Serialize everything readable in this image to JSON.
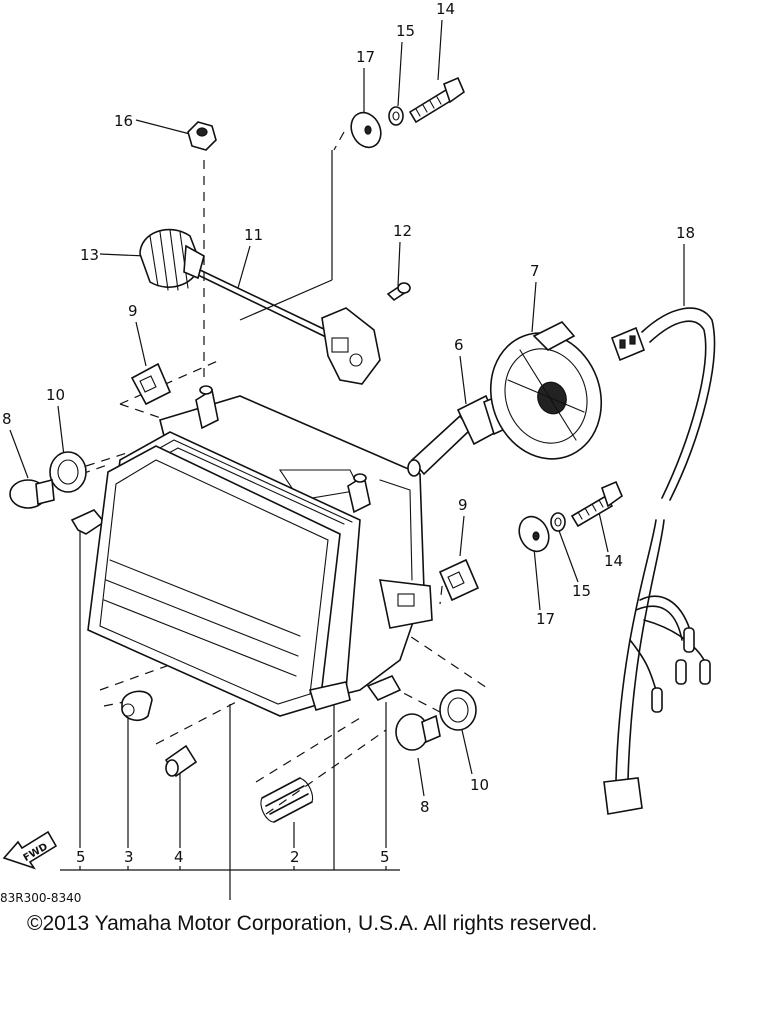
{
  "diagram": {
    "callouts": {
      "c14a": "14",
      "c15a": "15",
      "c17a": "17",
      "c16": "16",
      "c13": "13",
      "c11": "11",
      "c12": "12",
      "c18": "18",
      "c7": "7",
      "c6": "6",
      "c9a": "9",
      "c10a": "10",
      "c8a": "8",
      "c9b": "9",
      "c14b": "14",
      "c15b": "15",
      "c17b": "17",
      "c10b": "10",
      "c8b": "8",
      "c5a": "5",
      "c3": "3",
      "c4": "4",
      "c2": "2",
      "c5b": "5"
    },
    "fwd_label": "FWD",
    "part_code": "83R300-8340"
  },
  "copyright": "©2013 Yamaha Motor Corporation, U.S.A. All rights reserved."
}
